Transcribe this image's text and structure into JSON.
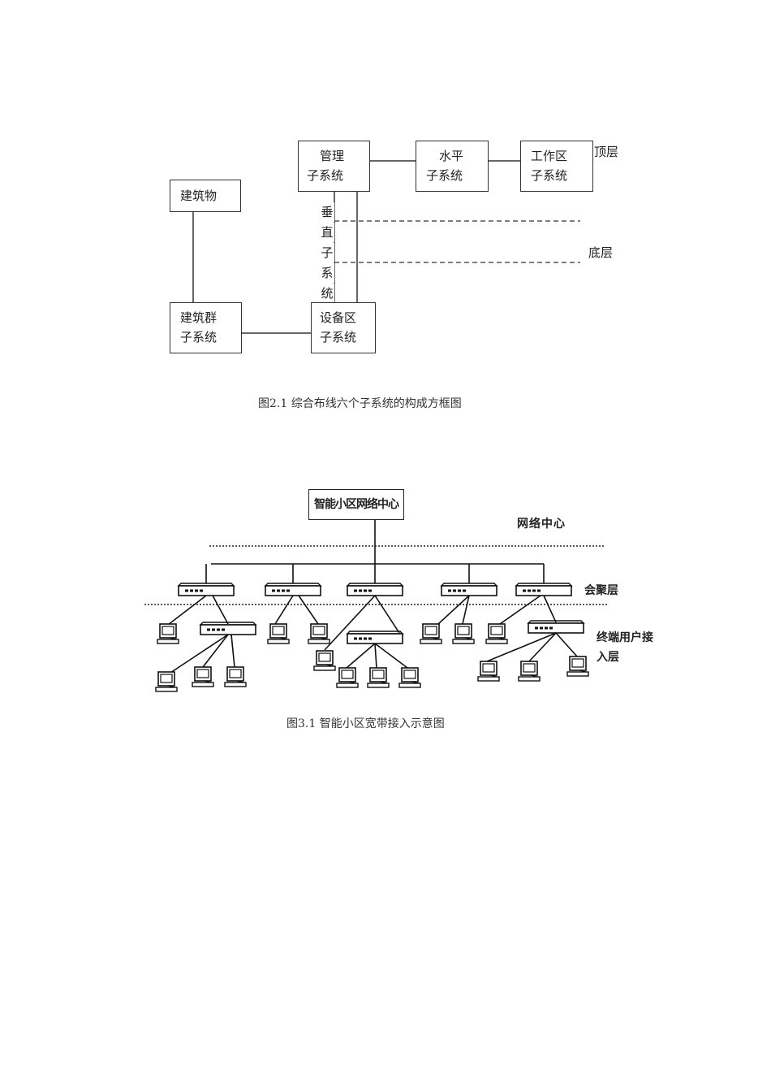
{
  "figure1": {
    "boxes": {
      "building": [
        "建筑物"
      ],
      "management": [
        "管理",
        "子系统"
      ],
      "horizontal": [
        "水平",
        "子系统"
      ],
      "work_area": [
        "工作区",
        "子系统"
      ],
      "campus": [
        "建筑群",
        "子系统"
      ],
      "equipment": [
        "设备区",
        "子系统"
      ]
    },
    "vertical_label": [
      "垂",
      "直",
      "子",
      "系",
      "统"
    ],
    "layer_labels": {
      "top": "顶层",
      "bottom": "底层"
    },
    "caption": "图2.1 综合布线六个子系统的构成方框图"
  },
  "figure2": {
    "center_box": "智能小区网络中心",
    "layer_labels": {
      "network_center": "网络中心",
      "aggregation": "会聚层",
      "access_line1": "终端用户接",
      "access_line2": "入层"
    },
    "aggregation_switch_count": 5,
    "caption": "图3.1 智能小区宽带接入示意图"
  }
}
